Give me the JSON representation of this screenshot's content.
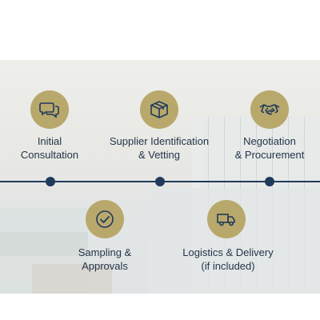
{
  "steps_top": [
    {
      "line1": "Initial",
      "line2": "Consultation",
      "icon": "chat-bubbles-icon"
    },
    {
      "line1": "Supplier Identification",
      "line2": "& Vetting",
      "icon": "box-icon"
    },
    {
      "line1": "Negotiation",
      "line2": "& Procurement",
      "icon": "handshake-icon"
    }
  ],
  "steps_bottom": [
    {
      "line1": "Sampling &",
      "line2": "Approvals",
      "icon": "checkmark-circle-icon"
    },
    {
      "line1": "Logistics & Delivery",
      "line2": "(if included)",
      "icon": "truck-icon"
    }
  ],
  "colors": {
    "accent_gold": "#b9a86b",
    "navy": "#1f3a5c",
    "background": "#eeeeea"
  }
}
